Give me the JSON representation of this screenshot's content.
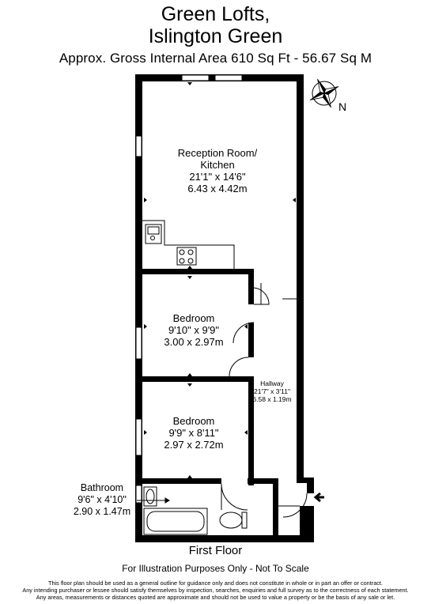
{
  "header": {
    "title_line1": "Green Lofts,",
    "title_line2": "Islington Green",
    "area": "Approx. Gross Internal Area   610 Sq Ft  -  56.67 Sq M"
  },
  "compass": {
    "label": "N"
  },
  "rooms": {
    "reception": {
      "name_line1": "Reception Room/",
      "name_line2": "Kitchen",
      "imperial": "21'1\" x 14'6\"",
      "metric": "6.43 x 4.42m"
    },
    "bedroom1": {
      "name": "Bedroom",
      "imperial": "9'10\" x 9'9\"",
      "metric": "3.00 x 2.97m"
    },
    "bedroom2": {
      "name": "Bedroom",
      "imperial": "9'9\" x 8'11\"",
      "metric": "2.97 x 2.72m"
    },
    "hallway": {
      "name": "Hallway",
      "imperial": "21'7\" x 3'11\"",
      "metric": "6.58 x 1.19m"
    },
    "bathroom": {
      "name": "Bathroom",
      "imperial": "9'6\" x 4'10\"",
      "metric": "2.90 x 1.47m"
    }
  },
  "footer": {
    "floor": "First Floor",
    "note": "For Illustration Purposes Only - Not To Scale",
    "disclaimer_line1": "This floor plan should be used as a general outline for guidance only and does not constitute in whole or in part an offer or contract.",
    "disclaimer_line2": "Any intending purchaser or lessee should satisfy themselves by inspection, searches, enquiries and full survey as to the correctness of each statement.",
    "disclaimer_line3": "Any areas, measurements or distances quoted are approximate and should not be used to value a property or be the basis of any sale or let."
  }
}
